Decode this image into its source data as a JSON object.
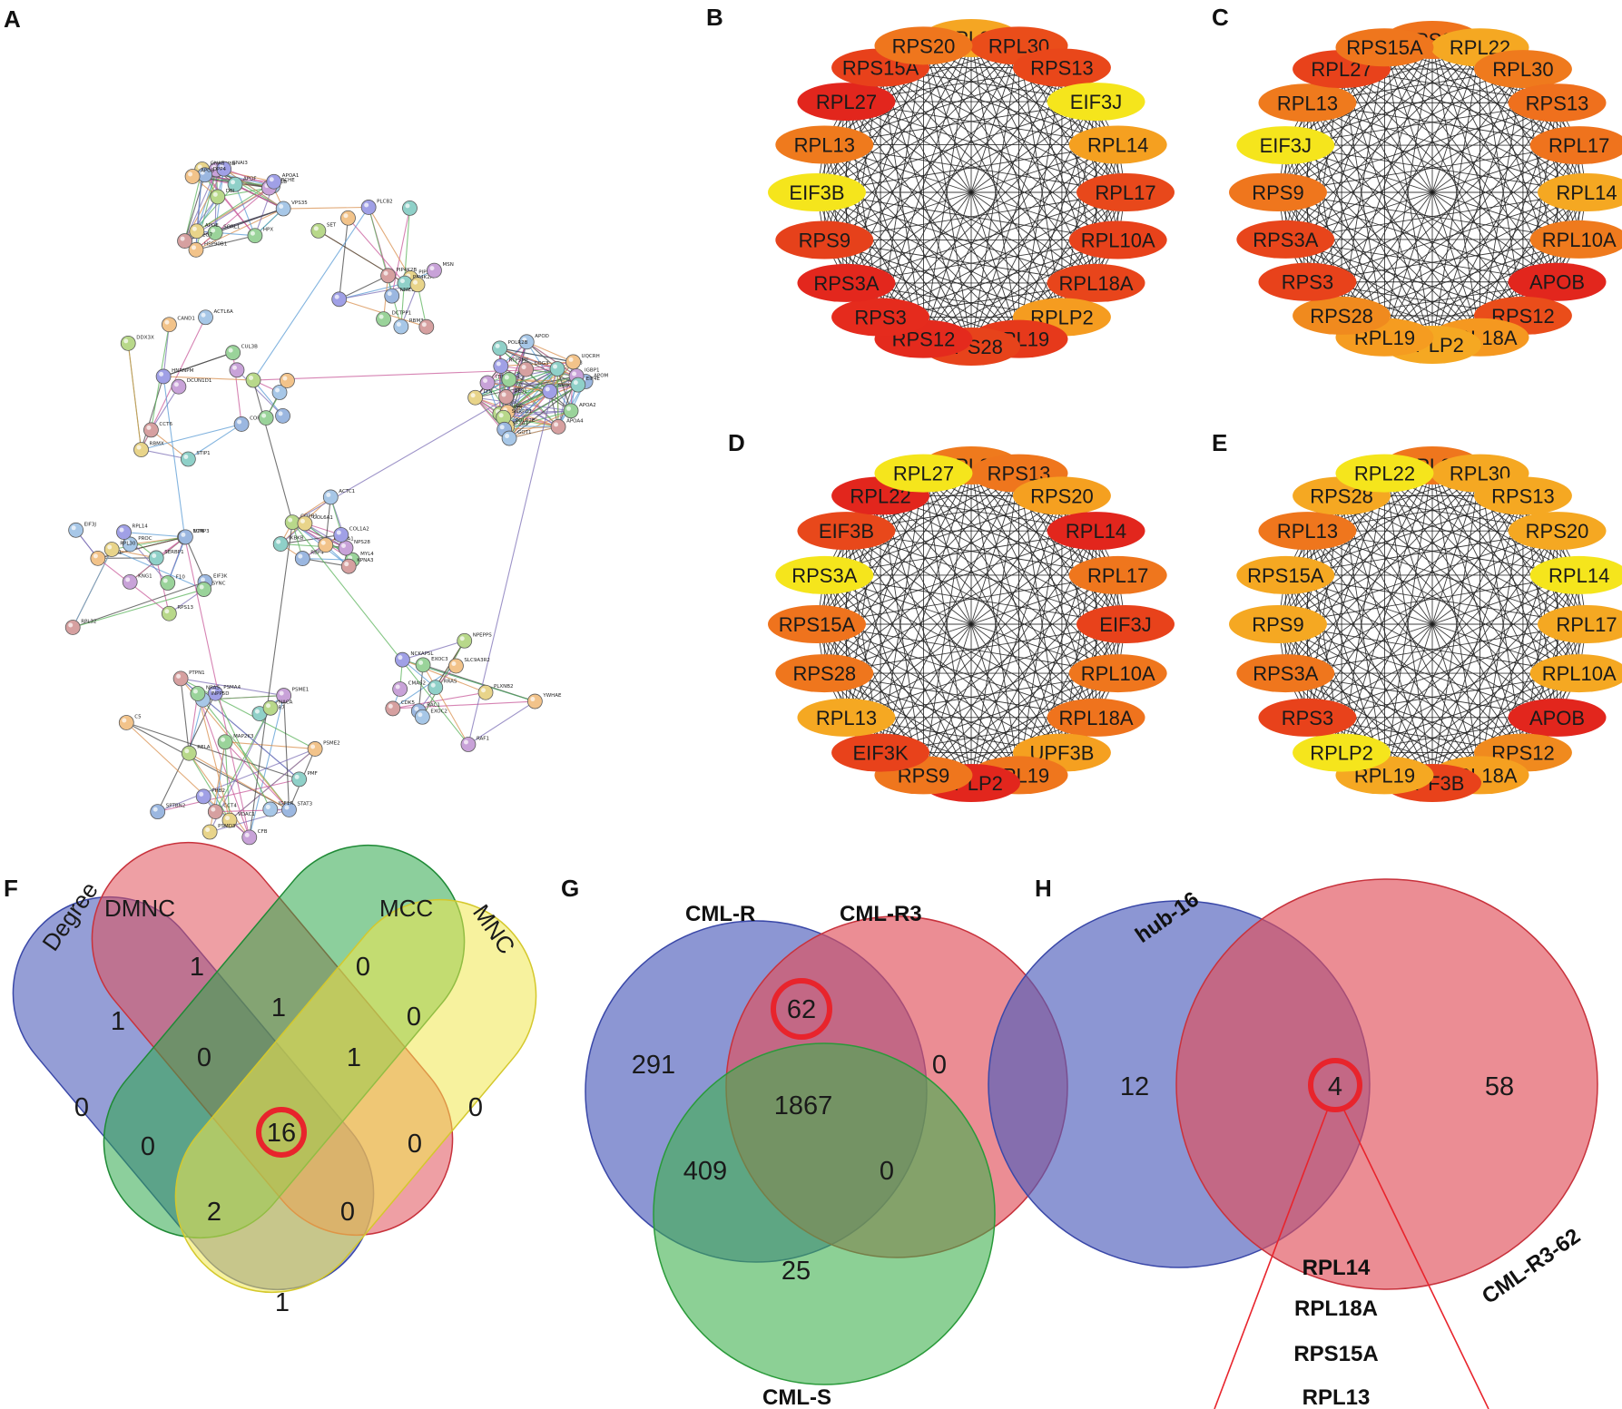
{
  "panels": {
    "A": {
      "letter": "A",
      "ppi_labels": [
        "VPS35",
        "SORL1",
        "PPIB",
        "HSP90B1",
        "GNAI3",
        "GNAB",
        "APOF",
        "PLA2G7",
        "DBI",
        "DPP4",
        "BCHE",
        "HPX",
        "ALB",
        "APOB",
        "APOA1",
        "APOE",
        "APOC3",
        "APOA4",
        "APOH",
        "APOM",
        "APOD",
        "APOA2",
        "ITIH2",
        "GC",
        "SHBG",
        "POLR2E",
        "POLR2B",
        "AES1",
        "SNRPD1",
        "SF3B1",
        "GOT1",
        "PPP6C",
        "IGBP1",
        "UQCRH",
        "RTP5ME",
        "LYN",
        "EIF4E",
        "COG3",
        "COPB1",
        "RBP4",
        "ACTC1",
        "MYL4",
        "NPS28",
        "COL4A1",
        "COL1A2",
        "COL6A1",
        "IKBKB",
        "KPNA3",
        "ELMP3",
        "VTN",
        "PROC",
        "F10",
        "KNG1",
        "KLKB1",
        "RPL14",
        "RPL30",
        "SERBP1",
        "RPL32",
        "RPS13",
        "EIF3K",
        "EIF3J",
        "SYNC",
        "CFB",
        "C5",
        "PHB2",
        "VDAC1",
        "PMF",
        "PTPN1",
        "RELA",
        "STAT3",
        "IGF1R",
        "MAP2K3",
        "PSME1",
        "PSME2",
        "PSMA4",
        "PSMD3",
        "PSMB7",
        "CCT4",
        "NACA",
        "SPTBN2",
        "INPP5D",
        "NRAS",
        "RAF1",
        "YWHAE",
        "NCKAP5L",
        "PLXNB2",
        "RRAS",
        "CDK5",
        "NPEPPS",
        "RAC1",
        "EXOC2",
        "EXOC3",
        "CMAS2",
        "SLC9A3R2",
        "HNRNPM",
        "RBMX",
        "STIP1",
        "CCT6",
        "DDX3X",
        "COPS5",
        "ACTL6A",
        "CUL3B",
        "DCUN1D1",
        "CAND1",
        "PLCB2",
        "PIP5K1C",
        "PIP4K2A",
        "PIP4K2B",
        "SET",
        "NME1",
        "RBM3",
        "DCTPP1",
        "MSN"
      ]
    },
    "B": {
      "letter": "B",
      "nodes": [
        {
          "label": "RPL22",
          "color": "#f5a623"
        },
        {
          "label": "RPL30",
          "color": "#ea4d1a"
        },
        {
          "label": "RPS13",
          "color": "#e9471a"
        },
        {
          "label": "EIF3J",
          "color": "#f5e51c"
        },
        {
          "label": "RPL14",
          "color": "#f5a020"
        },
        {
          "label": "RPL17",
          "color": "#e8481b"
        },
        {
          "label": "RPL10A",
          "color": "#e8421b"
        },
        {
          "label": "RPL18A",
          "color": "#e8451b"
        },
        {
          "label": "RPLP2",
          "color": "#f59c20"
        },
        {
          "label": "RPL19",
          "color": "#e6391b"
        },
        {
          "label": "RPS28",
          "color": "#e7431b"
        },
        {
          "label": "RPS12",
          "color": "#e42a1d"
        },
        {
          "label": "RPS3",
          "color": "#e52b1d"
        },
        {
          "label": "RPS3A",
          "color": "#e3271d"
        },
        {
          "label": "RPS9",
          "color": "#e6411b"
        },
        {
          "label": "EIF3B",
          "color": "#f5e51c"
        },
        {
          "label": "RPL13",
          "color": "#ef7a1d"
        },
        {
          "label": "RPL27",
          "color": "#e2261d"
        },
        {
          "label": "RPS15A",
          "color": "#e8411b"
        },
        {
          "label": "RPS20",
          "color": "#ef761d"
        }
      ]
    },
    "C": {
      "letter": "C",
      "nodes": [
        {
          "label": "RPS20",
          "color": "#ef731d"
        },
        {
          "label": "RPL22",
          "color": "#f5a822"
        },
        {
          "label": "RPL30",
          "color": "#ef7a1d"
        },
        {
          "label": "RPS13",
          "color": "#ef701d"
        },
        {
          "label": "RPL17",
          "color": "#ef731d"
        },
        {
          "label": "RPL14",
          "color": "#f5a822"
        },
        {
          "label": "RPL10A",
          "color": "#ef7a1d"
        },
        {
          "label": "APOB",
          "color": "#e2261d"
        },
        {
          "label": "RPS12",
          "color": "#ea4d1a"
        },
        {
          "label": "RPL18A",
          "color": "#f59820"
        },
        {
          "label": "RPLP2",
          "color": "#f5a822"
        },
        {
          "label": "RPL19",
          "color": "#f59c20"
        },
        {
          "label": "RPS28",
          "color": "#f08a1e"
        },
        {
          "label": "RPS3",
          "color": "#e8421b"
        },
        {
          "label": "RPS3A",
          "color": "#e8451b"
        },
        {
          "label": "RPS9",
          "color": "#ef761d"
        },
        {
          "label": "EIF3J",
          "color": "#f5e51c"
        },
        {
          "label": "RPL13",
          "color": "#ef7a1d"
        },
        {
          "label": "RPL27",
          "color": "#e8421b"
        },
        {
          "label": "RPS15A",
          "color": "#ef761d"
        }
      ]
    },
    "D": {
      "letter": "D",
      "nodes": [
        {
          "label": "RPL30",
          "color": "#ef7a1d"
        },
        {
          "label": "RPS13",
          "color": "#ef761d"
        },
        {
          "label": "RPS20",
          "color": "#f5a020"
        },
        {
          "label": "RPL14",
          "color": "#e2261d"
        },
        {
          "label": "RPL17",
          "color": "#ef761d"
        },
        {
          "label": "EIF3J",
          "color": "#e8421b"
        },
        {
          "label": "RPL10A",
          "color": "#ef761d"
        },
        {
          "label": "RPL18A",
          "color": "#ef731d"
        },
        {
          "label": "UPF3B",
          "color": "#f5a020"
        },
        {
          "label": "RPL19",
          "color": "#ef761d"
        },
        {
          "label": "RPLP2",
          "color": "#e2261d"
        },
        {
          "label": "RPS9",
          "color": "#ef761d"
        },
        {
          "label": "EIF3K",
          "color": "#e8421b"
        },
        {
          "label": "RPL13",
          "color": "#f5a822"
        },
        {
          "label": "RPS28",
          "color": "#ef761d"
        },
        {
          "label": "RPS15A",
          "color": "#ef731d"
        },
        {
          "label": "RPS3A",
          "color": "#f5e51c"
        },
        {
          "label": "EIF3B",
          "color": "#e8481b"
        },
        {
          "label": "RPL22",
          "color": "#e2261d"
        },
        {
          "label": "RPL27",
          "color": "#f5e51c"
        }
      ]
    },
    "E": {
      "letter": "E",
      "nodes": [
        {
          "label": "RPL27",
          "color": "#ef761d"
        },
        {
          "label": "RPL30",
          "color": "#f5a822"
        },
        {
          "label": "RPS13",
          "color": "#f5a822"
        },
        {
          "label": "RPS20",
          "color": "#f5a822"
        },
        {
          "label": "RPL14",
          "color": "#f5e51c"
        },
        {
          "label": "RPL17",
          "color": "#f5a822"
        },
        {
          "label": "RPL10A",
          "color": "#f5a822"
        },
        {
          "label": "APOB",
          "color": "#e2261d"
        },
        {
          "label": "RPS12",
          "color": "#f08a1e"
        },
        {
          "label": "RPL18A",
          "color": "#f5a020"
        },
        {
          "label": "UPF3B",
          "color": "#e8421b"
        },
        {
          "label": "RPL19",
          "color": "#f5a822"
        },
        {
          "label": "RPLP2",
          "color": "#f5e51c"
        },
        {
          "label": "RPS3",
          "color": "#e8421b"
        },
        {
          "label": "RPS3A",
          "color": "#ef761d"
        },
        {
          "label": "RPS9",
          "color": "#f5a822"
        },
        {
          "label": "RPS15A",
          "color": "#f5a822"
        },
        {
          "label": "RPL13",
          "color": "#ef761d"
        },
        {
          "label": "RPS28",
          "color": "#f5a822"
        },
        {
          "label": "RPL22",
          "color": "#f5e51c"
        }
      ]
    },
    "F": {
      "letter": "F",
      "sets": {
        "degree": "Degree",
        "dmnc": "DMNC",
        "mcc": "MCC",
        "mnc": "MNC"
      },
      "regions": {
        "dmnc_only": "1",
        "mcc_only": "0",
        "degree_only": "0",
        "mnc_only": "0",
        "degree_dmnc": "1",
        "dmnc_mcc": "1",
        "mcc_mnc": "0",
        "degree_dmnc_mcc": "0",
        "dmnc_mcc_mnc": "1",
        "all_four": "16",
        "degree_mcc": "0",
        "dmnc_mnc": "0",
        "degree_mcc_mnc": "2",
        "degree_dmnc_mnc": "0",
        "degree_mnc": "1"
      }
    },
    "G": {
      "letter": "G",
      "sets": {
        "r": "CML-R",
        "r3": "CML-R3",
        "s": "CML-S"
      },
      "regions": {
        "r_only": "291",
        "r_r3": "62",
        "r3_only": "0",
        "all": "1867",
        "r_s": "409",
        "r3_s": "0",
        "s_only": "25"
      }
    },
    "H": {
      "letter": "H",
      "sets": {
        "hub": "hub-16",
        "cml": "CML-R3-62"
      },
      "regions": {
        "hub_only": "12",
        "both": "4",
        "cml_only": "58"
      },
      "genes": [
        "RPL14",
        "RPL18A",
        "RPS15A",
        "RPL13"
      ]
    }
  }
}
